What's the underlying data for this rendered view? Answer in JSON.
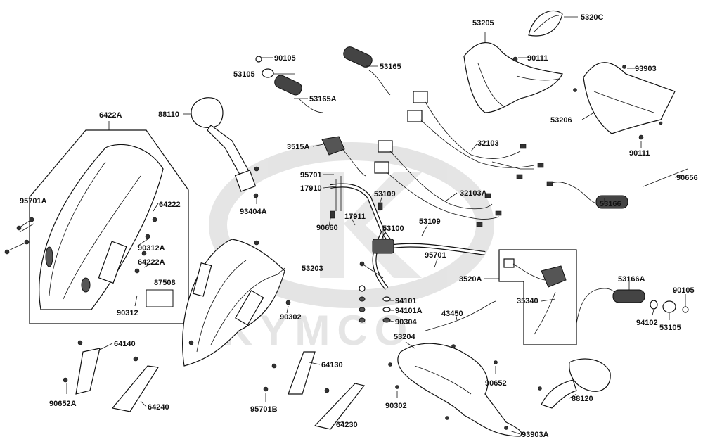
{
  "diagram": {
    "watermark_letters": "KYMCO",
    "sticker_text": "",
    "labels": [
      {
        "id": "l90105a",
        "text": "90105"
      },
      {
        "id": "l53105a",
        "text": "53105"
      },
      {
        "id": "l53165",
        "text": "53165"
      },
      {
        "id": "l53165a",
        "text": "53165A"
      },
      {
        "id": "l53205",
        "text": "53205"
      },
      {
        "id": "l5320c",
        "text": "5320C"
      },
      {
        "id": "l90111a",
        "text": "90111"
      },
      {
        "id": "l93903",
        "text": "93903"
      },
      {
        "id": "l53206",
        "text": "53206"
      },
      {
        "id": "l90111b",
        "text": "90111"
      },
      {
        "id": "l6422a",
        "text": "6422A"
      },
      {
        "id": "l88110",
        "text": "88110"
      },
      {
        "id": "l3515a",
        "text": "3515A"
      },
      {
        "id": "l32103",
        "text": "32103"
      },
      {
        "id": "l32103a",
        "text": "32103A"
      },
      {
        "id": "l90656",
        "text": "90656"
      },
      {
        "id": "l53166",
        "text": "53166"
      },
      {
        "id": "l95701a",
        "text": "95701A"
      },
      {
        "id": "l64222",
        "text": "64222"
      },
      {
        "id": "l95701",
        "text": "95701"
      },
      {
        "id": "l17910",
        "text": "17910"
      },
      {
        "id": "l53109a",
        "text": "53109"
      },
      {
        "id": "l93404a",
        "text": "93404A"
      },
      {
        "id": "l17911",
        "text": "17911"
      },
      {
        "id": "l90660",
        "text": "90660"
      },
      {
        "id": "l53109b",
        "text": "53109"
      },
      {
        "id": "l53100",
        "text": "53100"
      },
      {
        "id": "l90312a",
        "text": "90312A"
      },
      {
        "id": "l64222a",
        "text": "64222A"
      },
      {
        "id": "l95701b",
        "text": "95701"
      },
      {
        "id": "l53203",
        "text": "53203"
      },
      {
        "id": "l3520a",
        "text": "3520A"
      },
      {
        "id": "l87508",
        "text": "87508"
      },
      {
        "id": "l90312",
        "text": "90312"
      },
      {
        "id": "l53166a",
        "text": "53166A"
      },
      {
        "id": "l90105b",
        "text": "90105"
      },
      {
        "id": "l94101",
        "text": "94101"
      },
      {
        "id": "l35340",
        "text": "35340"
      },
      {
        "id": "l94101a",
        "text": "94101A"
      },
      {
        "id": "l90302a",
        "text": "90302"
      },
      {
        "id": "l90304",
        "text": "90304"
      },
      {
        "id": "l43450",
        "text": "43450"
      },
      {
        "id": "l94102",
        "text": "94102"
      },
      {
        "id": "l53105b",
        "text": "53105"
      },
      {
        "id": "l64140",
        "text": "64140"
      },
      {
        "id": "l53204",
        "text": "53204"
      },
      {
        "id": "l64130",
        "text": "64130"
      },
      {
        "id": "l90652",
        "text": "90652"
      },
      {
        "id": "l90652a",
        "text": "90652A"
      },
      {
        "id": "l64240",
        "text": "64240"
      },
      {
        "id": "l95701bb",
        "text": "95701B"
      },
      {
        "id": "l90302b",
        "text": "90302"
      },
      {
        "id": "l88120",
        "text": "88120"
      },
      {
        "id": "l64230",
        "text": "64230"
      },
      {
        "id": "l93903a",
        "text": "93903A"
      }
    ]
  }
}
